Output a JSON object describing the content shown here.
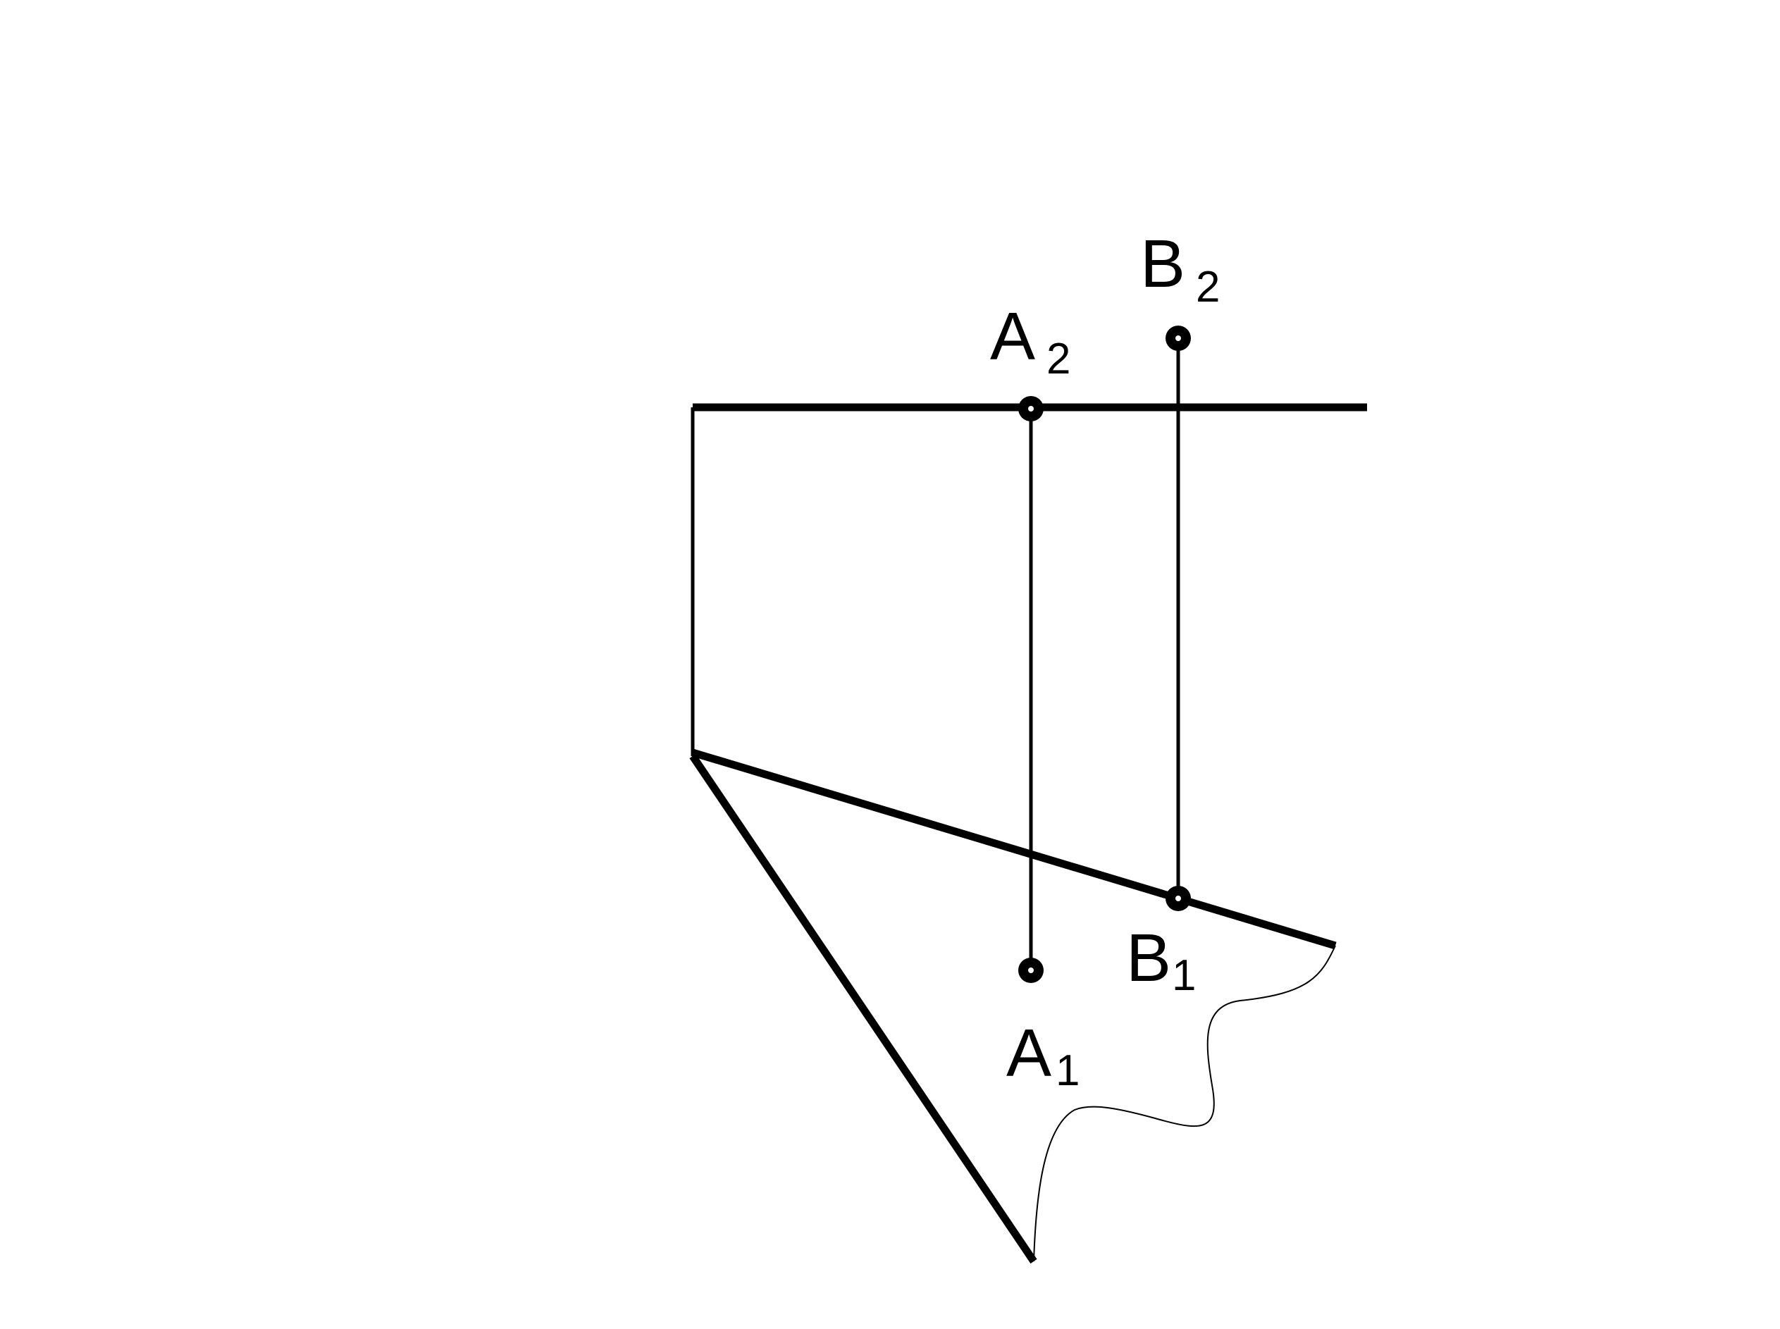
{
  "colors": {
    "background": "#ffffff",
    "ink": "#000000"
  },
  "points": {
    "a2": {
      "letter": "A",
      "index": "2"
    },
    "b2": {
      "letter": "B",
      "index": "2"
    },
    "a1": {
      "letter": "A",
      "index": "1"
    },
    "b1": {
      "letter": "B",
      "index": "1"
    }
  }
}
